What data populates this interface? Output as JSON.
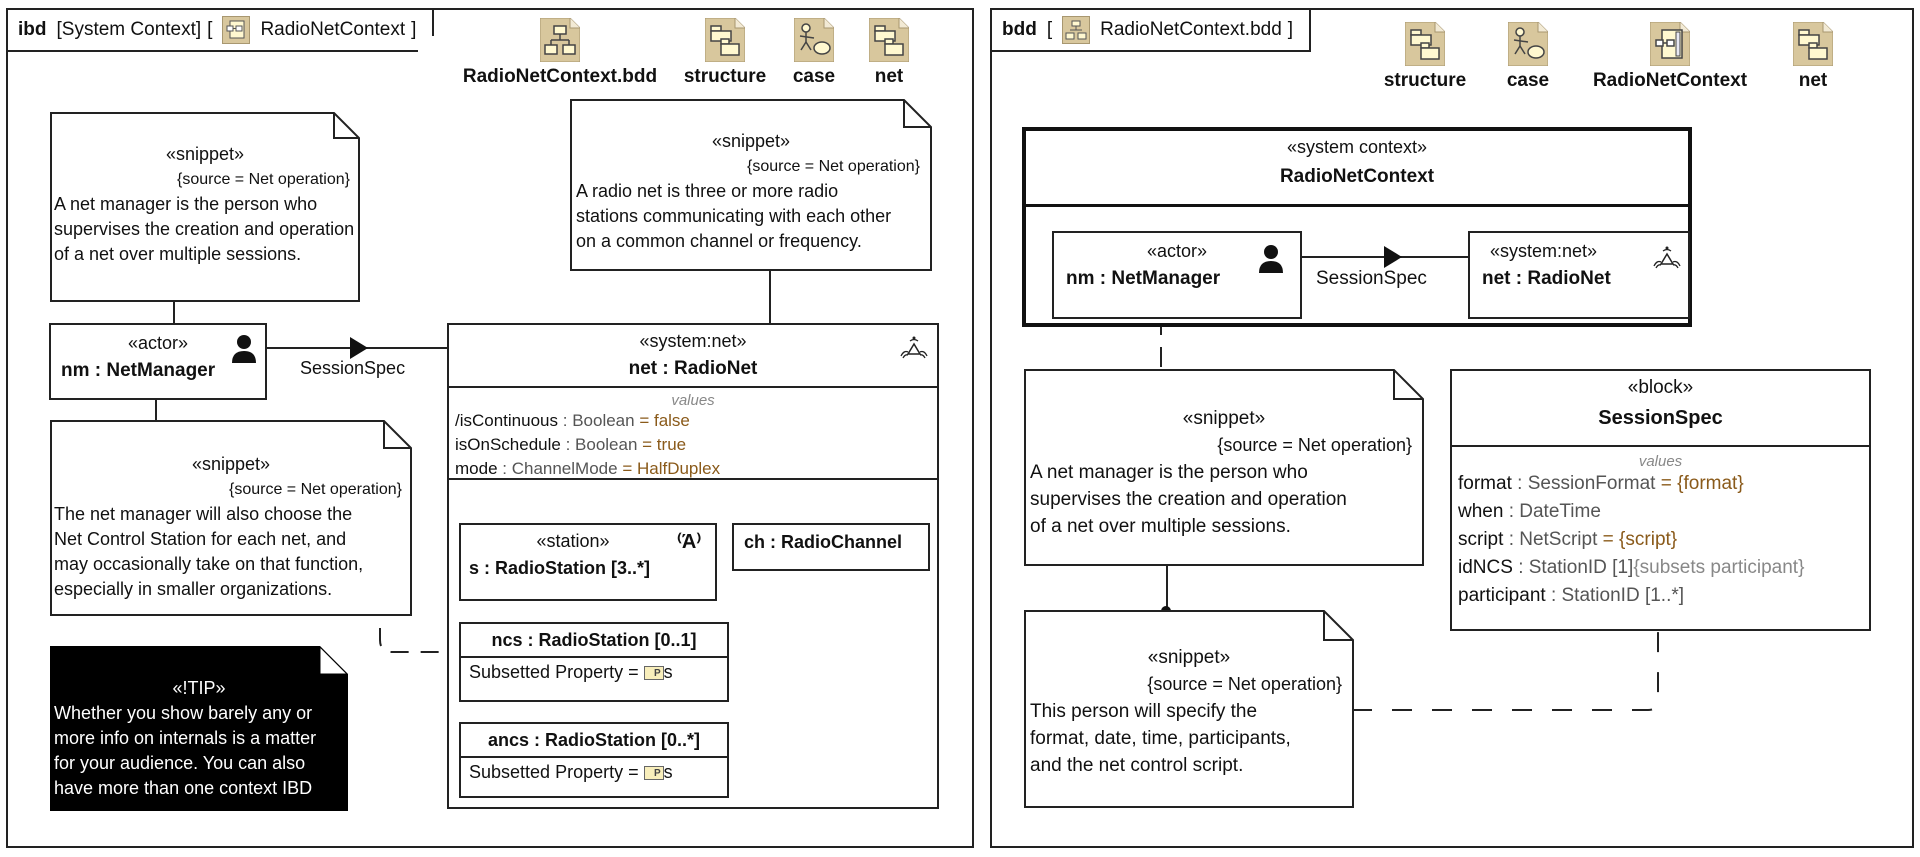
{
  "ibd": {
    "tab": {
      "keyword": "ibd",
      "name": "[System Context]",
      "open_bracket": "[",
      "element": "RadioNetContext",
      "close_bracket": "]"
    },
    "shortcuts": [
      {
        "label": "RadioNetContext.bdd",
        "icon": "bdd-diagram-icon"
      },
      {
        "label": "structure",
        "icon": "package-diagram-icon"
      },
      {
        "label": "case",
        "icon": "use-case-diagram-icon"
      },
      {
        "label": "net",
        "icon": "package-diagram-icon"
      }
    ],
    "note_manager": {
      "stereotype": "«snippet»",
      "source": "{source = Net operation}",
      "text": [
        "A net manager is the person who",
        "supervises the creation and operation",
        "of a net over multiple sessions."
      ]
    },
    "note_radionet": {
      "stereotype": "«snippet»",
      "source": "{source = Net operation}",
      "text": [
        "A radio net is three or more radio",
        "stations communicating with each other",
        "on a common channel or frequency."
      ]
    },
    "note_ncs": {
      "stereotype": "«snippet»",
      "source": "{source = Net operation}",
      "text": [
        "The net manager will also choose the",
        "Net Control Station for each net, and",
        "may occasionally take on that function,",
        "especially in smaller organizations."
      ]
    },
    "tip": {
      "stereotype": "«!TIP»",
      "text": [
        "Whether you show barely any or",
        "more info on internals is a matter",
        "for your audience. You can also",
        "have more than one context IBD"
      ]
    },
    "actor": {
      "stereotype": "«actor»",
      "name": "nm : NetManager"
    },
    "connector_label": "SessionSpec",
    "net": {
      "stereotype": "«system:net»",
      "name": "net : RadioNet",
      "values_label": "values",
      "values": [
        {
          "name": "/isContinuous",
          "type": ": Boolean",
          "value": "= false"
        },
        {
          "name": "isOnSchedule",
          "type": ": Boolean",
          "value": "= true"
        },
        {
          "name": "mode",
          "type": ": ChannelMode",
          "value": "= HalfDuplex"
        }
      ],
      "parts": {
        "station": {
          "stereotype": "«station»",
          "name": "s : RadioStation [3..*]"
        },
        "channel": {
          "name": "ch : RadioChannel"
        },
        "ncs": {
          "name": "ncs : RadioStation [0..1]",
          "subsetted_label": "Subsetted Property =",
          "subsetted_value": "s",
          "badge": "P"
        },
        "ancs": {
          "name": "ancs : RadioStation [0..*]",
          "subsetted_label": "Subsetted Property =",
          "subsetted_value": "s",
          "badge": "P"
        }
      }
    }
  },
  "bdd": {
    "tab": {
      "keyword": "bdd",
      "open_bracket": "[",
      "element": "RadioNetContext.bdd",
      "close_bracket": "]"
    },
    "shortcuts": [
      {
        "label": "structure",
        "icon": "package-diagram-icon"
      },
      {
        "label": "case",
        "icon": "use-case-diagram-icon"
      },
      {
        "label": "RadioNetContext",
        "icon": "ibd-diagram-icon"
      },
      {
        "label": "net",
        "icon": "package-diagram-icon"
      }
    ],
    "context": {
      "stereotype": "«system context»",
      "name": "RadioNetContext",
      "actor": {
        "stereotype": "«actor»",
        "name": "nm : NetManager"
      },
      "connector_label": "SessionSpec",
      "net": {
        "stereotype": "«system:net»",
        "name": "net : RadioNet"
      }
    },
    "note_manager": {
      "stereotype": "«snippet»",
      "source": "{source = Net operation}",
      "text": [
        "A net manager is the person who",
        "supervises the creation and operation",
        "of a net over multiple sessions."
      ]
    },
    "note_spec": {
      "stereotype": "«snippet»",
      "source": "{source = Net operation}",
      "text": [
        "This person will specify the",
        "format, date, time, participants,",
        "and the net control script."
      ]
    },
    "block": {
      "stereotype": "«block»",
      "name": "SessionSpec",
      "values_label": "values",
      "values": [
        {
          "name": "format",
          "type": ": SessionFormat",
          "value": "= {format}",
          "extra": ""
        },
        {
          "name": "when",
          "type": ": DateTime",
          "value": "",
          "extra": ""
        },
        {
          "name": "script",
          "type": ": NetScript",
          "value": "= {script}",
          "extra": ""
        },
        {
          "name": "idNCS",
          "type": ": StationID [1]",
          "value": "",
          "extra": "{subsets participant}"
        },
        {
          "name": "participant",
          "type": ": StationID [1..*]",
          "value": "",
          "extra": ""
        }
      ]
    }
  }
}
